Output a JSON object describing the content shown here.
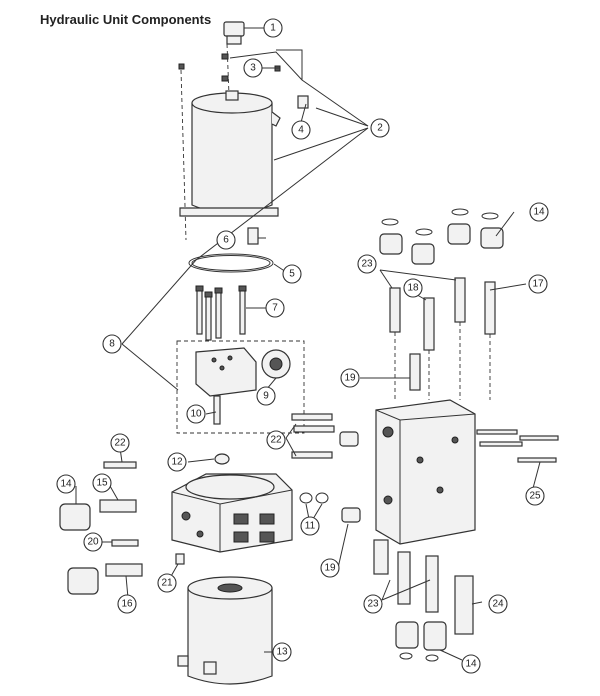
{
  "title": "Hydraulic Unit Components",
  "callout_labels": [
    "1",
    "2",
    "3",
    "4",
    "5",
    "6",
    "7",
    "8",
    "9",
    "10",
    "11",
    "12",
    "13",
    "14",
    "15",
    "16",
    "17",
    "18",
    "19",
    "20",
    "21",
    "22",
    "23",
    "24",
    "25"
  ]
}
